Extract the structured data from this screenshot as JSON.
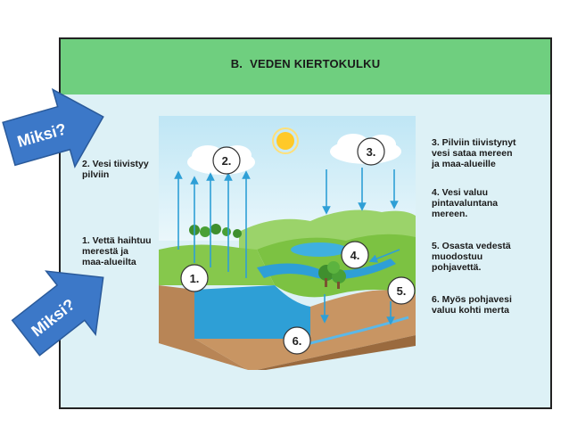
{
  "header": {
    "letter": "B.",
    "title": "VEDEN KIERTOKULKU"
  },
  "callouts": {
    "top": "Miksi?",
    "bottom": "Miksi?"
  },
  "steps": {
    "markers": [
      "1.",
      "2.",
      "3.",
      "4.",
      "5.",
      "6."
    ],
    "left": {
      "step2": "2. Vesi tiivistyy\npilviin",
      "step1": "1. Vettä haihtuu\nmerestä ja\nmaa-alueilta"
    },
    "right": {
      "step3": "3. Pilviin tiivistynyt\nvesi sataa mereen\nja maa-alueille",
      "step4": "4. Vesi valuu\npintavaluntana\nmereen.",
      "step5": "5. Osasta vedestä\nmuodostuu\npohjavettä.",
      "step6": "6. Myös pohjavesi\nvaluu kohti merta"
    }
  },
  "colors": {
    "header_green": "#6fcf7f",
    "panel_bg": "#ddf1f6",
    "arrow_blue": "#3c78c8",
    "water_blue": "#2e9fd6",
    "grass_green": "#7cc242",
    "soil_brown": "#b07a4a"
  },
  "icons": {
    "sun": "sun-icon",
    "cloud": "cloud-icon",
    "callout_arrow": "arrow-right-icon"
  }
}
